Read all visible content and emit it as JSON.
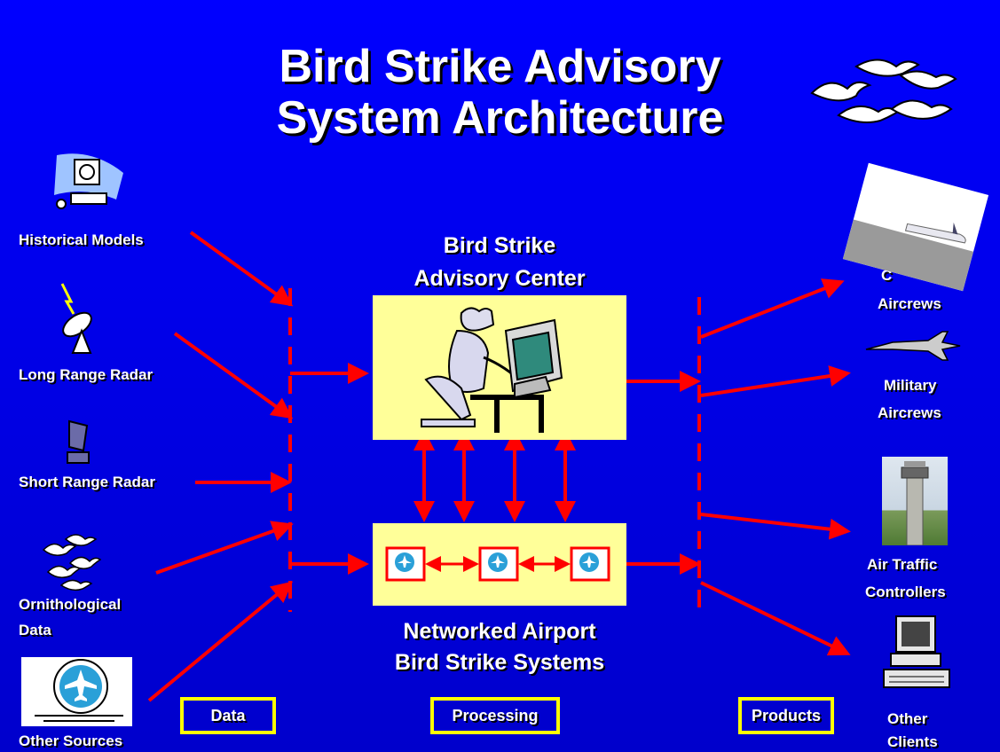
{
  "title": {
    "line1": "Bird Strike Advisory",
    "line2": "System Architecture"
  },
  "center": {
    "line1": "Bird Strike",
    "line2": "Advisory Center"
  },
  "network": {
    "line1": "Networked Airport",
    "line2": "Bird Strike Systems"
  },
  "sources": {
    "historical": "Historical Models",
    "long_range": "Long Range Radar",
    "short_range": "Short Range Radar",
    "ornithological_1": "Ornithological",
    "ornithological_2": "Data",
    "other": "Other Sources"
  },
  "outputs": {
    "aircrews_partial": "C",
    "aircrews": "Aircrews",
    "military_1": "Military",
    "military_2": "Aircrews",
    "atc_1": "Air Traffic",
    "atc_2": "Controllers",
    "clients_1": "Other",
    "clients_2": "Clients"
  },
  "tags": {
    "data": "Data",
    "processing": "Processing",
    "products": "Products"
  },
  "colors": {
    "background": "#0000ff",
    "arrow": "#ff0000",
    "box": "#ffff99",
    "tag_border": "#ffff00",
    "text": "#ffffff"
  }
}
